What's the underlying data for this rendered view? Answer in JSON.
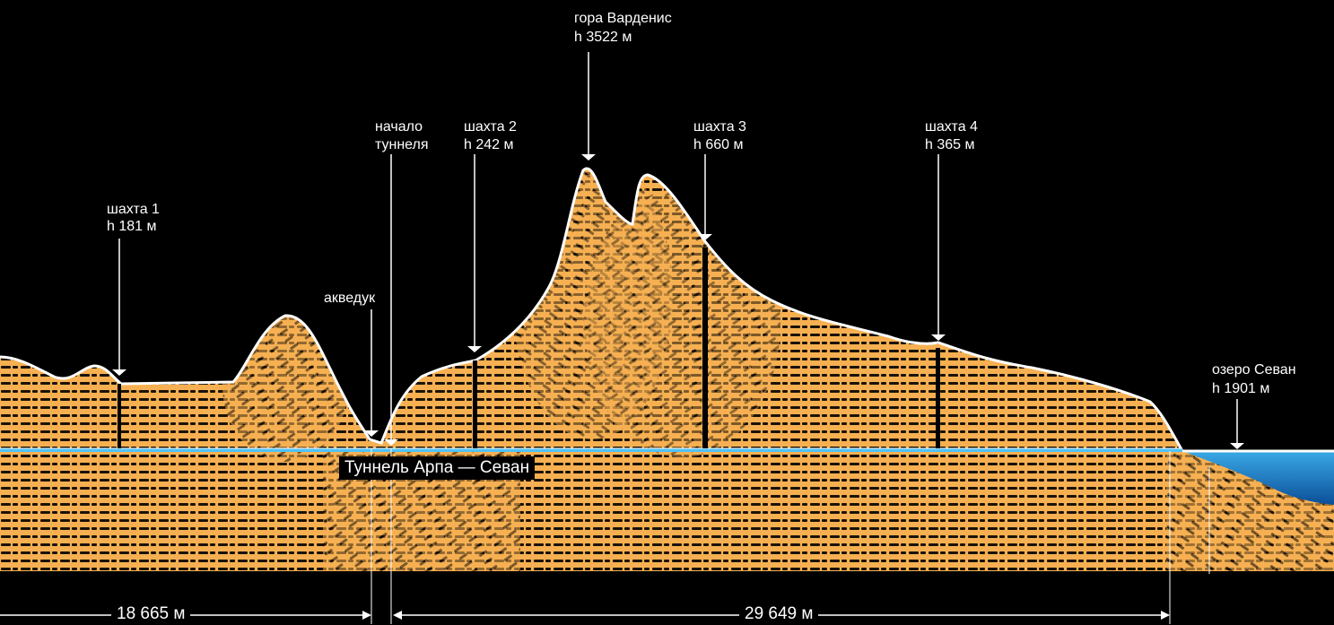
{
  "labels": {
    "mountain": {
      "name": "гора Варденис",
      "height": "h 3522 м"
    },
    "tunnel_start": {
      "line1": "начало",
      "line2": "туннеля"
    },
    "aqueduct": "акведук",
    "shafts": [
      {
        "name": "шахта 1",
        "height": "h 181 м"
      },
      {
        "name": "шахта 2",
        "height": "h 242 м"
      },
      {
        "name": "шахта 3",
        "height": "h 660 м"
      },
      {
        "name": "шахта 4",
        "height": "h 365 м"
      }
    ],
    "lake": {
      "name": "озеро Севан",
      "height": "h 1901 м"
    },
    "tunnel_name": "Туннель Арпа — Севан"
  },
  "dimensions": {
    "left_span": "18 665 м",
    "right_span": "29 649 м"
  },
  "colors": {
    "background": "#000000",
    "terrain": "#f6b052",
    "hatch": "#1a1208",
    "outline": "#ffffff",
    "tunnel": "#4fc3f7",
    "lake_top": "#3aa9e6",
    "lake_bottom": "#0b4f98"
  }
}
